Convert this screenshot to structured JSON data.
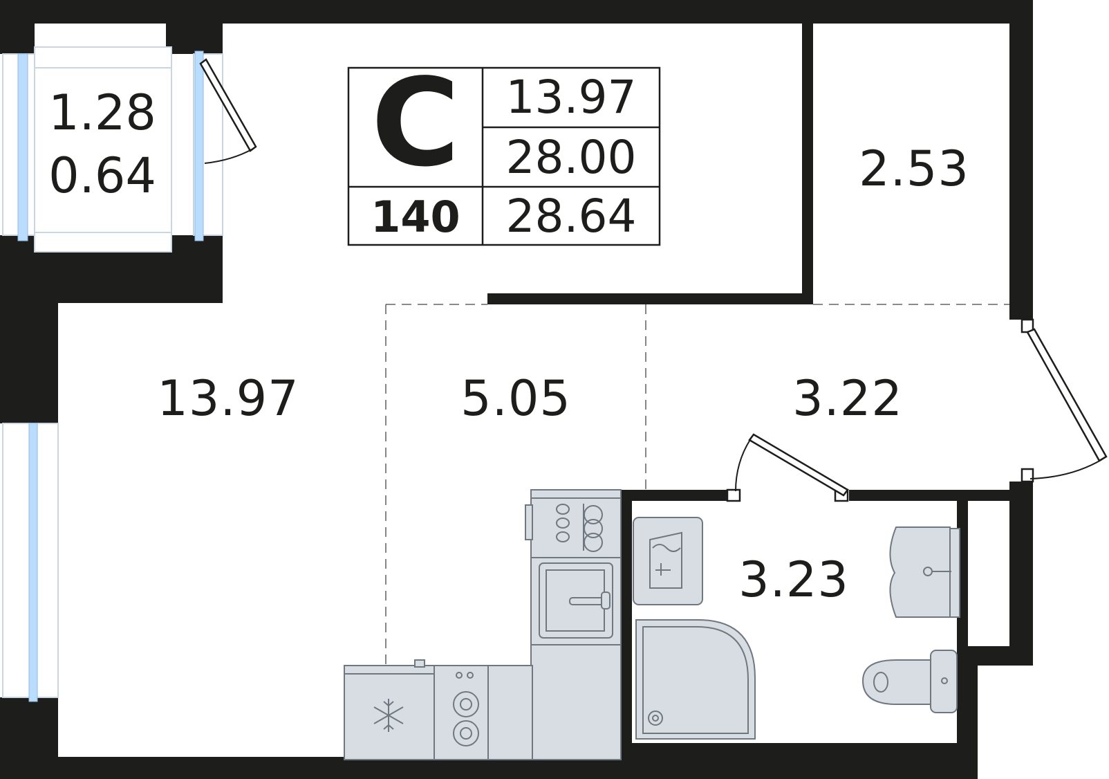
{
  "unit": {
    "type_letter": "С",
    "number": "140",
    "living_area": "13.97",
    "total_area": "28.00",
    "total_with_balcony": "28.64"
  },
  "rooms": {
    "balcony_area": "1.28",
    "balcony_reduced": "0.64",
    "room": "13.97",
    "kitchen": "5.05",
    "hall": "3.22",
    "storage": "2.53",
    "bathroom": "3.23"
  },
  "colors": {
    "wall": "#1d1d1b",
    "window_glass": "#b9dcff",
    "fixture_fill": "#d8dde3",
    "fixture_stroke": "#6f7780"
  },
  "icons": {
    "fridge": "snowflake-icon",
    "stove": "cooktop-icon",
    "sink": "sink-icon",
    "washer": "washing-machine-icon",
    "shower": "shower-tray-icon",
    "toilet": "toilet-icon",
    "washbasin": "washbasin-icon"
  }
}
